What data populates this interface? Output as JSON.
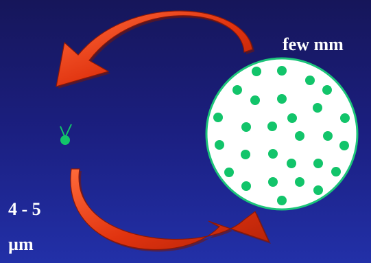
{
  "labels": {
    "few_mm": "few mm",
    "size_value": "4 - 5",
    "size_unit": "µm"
  },
  "colors": {
    "background_top": "#16165a",
    "background_bottom": "#2230a8",
    "arrow_fill": "#e0330f",
    "arrow_shadow": "#8a1806",
    "arrow_highlight": "#ff6a3a",
    "dot": "#12c46a",
    "circle_fill": "#ffffff",
    "circle_stroke": "#1cc47a",
    "text": "#ffffff"
  },
  "icons": {
    "single_cell": "cell-with-antennae-icon",
    "colony": "colony-circle-icon",
    "arrow": "curved-arrow-icon"
  }
}
